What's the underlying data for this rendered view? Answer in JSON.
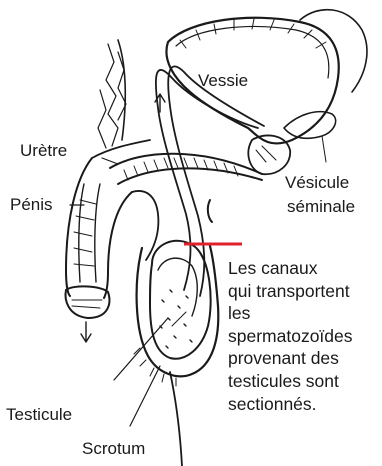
{
  "labels": {
    "vessie": "Vessie",
    "uretre": "Urètre",
    "penis": "Pénis",
    "vesicule_line1": "Vésicule",
    "vesicule_line2": "séminale",
    "testicule": "Testicule",
    "scrotum": "Scrotum"
  },
  "note_lines": [
    "Les canaux",
    "qui transportent",
    "les",
    "spermatozoïdes",
    "provenant des",
    "testicules sont",
    "sectionnés."
  ],
  "colors": {
    "ink": "#1a1a1a",
    "cut_marker": "#e0202a",
    "background": "#ffffff"
  }
}
